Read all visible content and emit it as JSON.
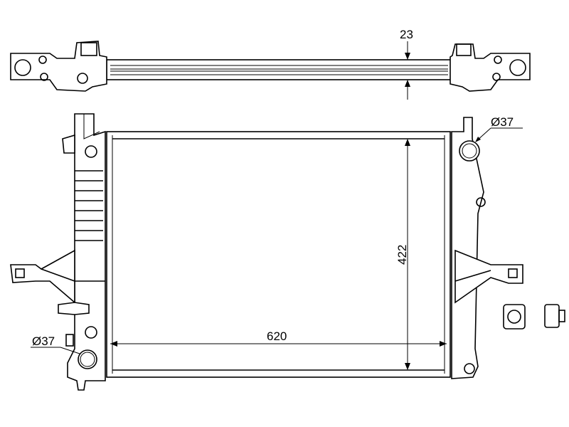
{
  "drawing": {
    "dimensions": {
      "thickness": "23",
      "height": "422",
      "width": "620",
      "inlet_diameter": "Ø37",
      "outlet_diameter": "Ø37"
    },
    "line_color": "#000000",
    "background_color": "#ffffff"
  }
}
